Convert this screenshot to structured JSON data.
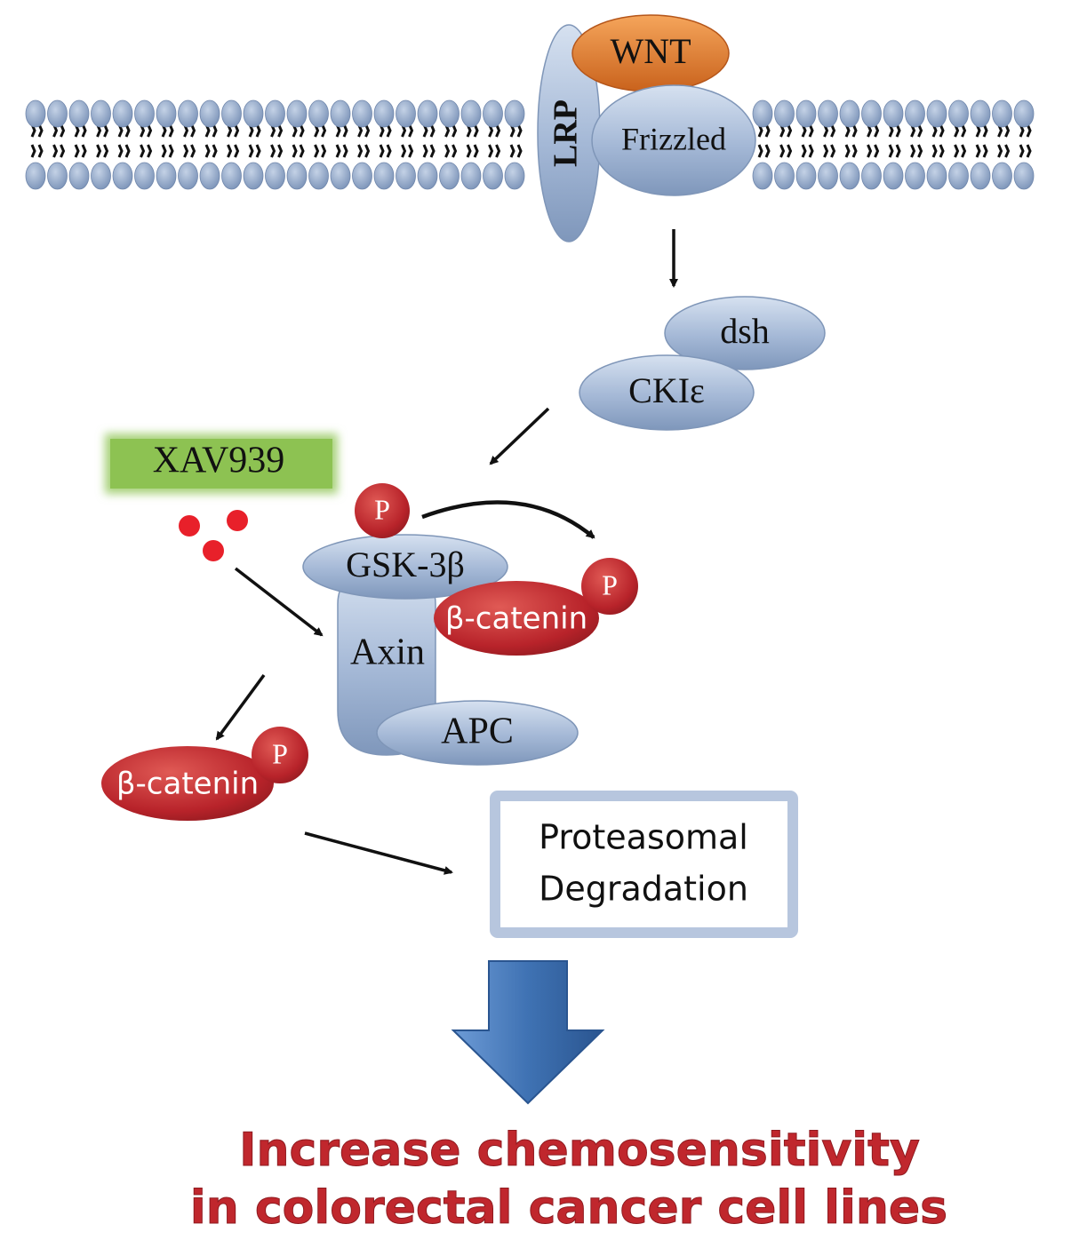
{
  "diagram": {
    "membrane_receptors": {
      "wnt": "WNT",
      "lrp": "LRP",
      "frizzled": "Frizzled"
    },
    "cytoplasm": {
      "dsh": "dsh",
      "ckie": "CKIε",
      "gsk3b": "GSK-3β",
      "axin": "Axin",
      "apc": "APC",
      "beta_catenin_bound": "β-catenin",
      "beta_catenin_free": "β-catenin",
      "phospho": "P"
    },
    "inhibitor": {
      "label": "XAV939"
    },
    "outcome_box": {
      "line1": "Proteasomal",
      "line2": "Degradation"
    },
    "conclusion": {
      "line1": "Increase chemosensitivity",
      "line2": "in colorectal cancer cell lines"
    }
  },
  "colors": {
    "membrane_head": "#8ea6c8",
    "receptor_blue": "#a9bddb",
    "wnt_orange": "#e07a2a",
    "catenin_red": "#c42a2a",
    "xav_green": "#8dc252",
    "box_border": "#b7c6de",
    "down_arrow_blue": "#3f72b3",
    "conclusion_red": "#c0272d"
  }
}
